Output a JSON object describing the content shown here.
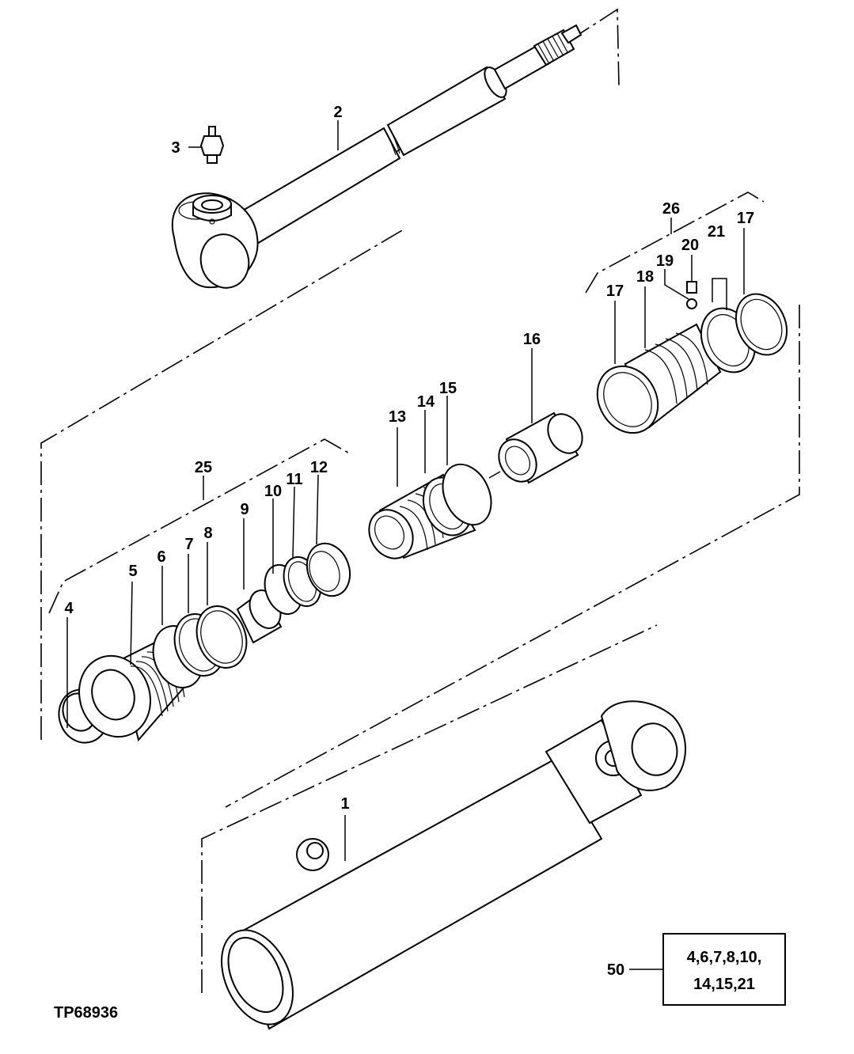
{
  "figure_id": "TP68936",
  "callouts": {
    "c1": "1",
    "c2": "2",
    "c3": "3",
    "c4": "4",
    "c5": "5",
    "c6": "6",
    "c7": "7",
    "c8": "8",
    "c9": "9",
    "c10": "10",
    "c11": "11",
    "c12": "12",
    "c13": "13",
    "c14": "14",
    "c15": "15",
    "c16": "16",
    "c17a": "17",
    "c17b": "17",
    "c18": "18",
    "c19": "19",
    "c20": "20",
    "c21": "21",
    "c25": "25",
    "c26": "26",
    "c50": "50"
  },
  "kit": {
    "line1": "4,6,7,8,10,",
    "line2": "14,15,21"
  }
}
